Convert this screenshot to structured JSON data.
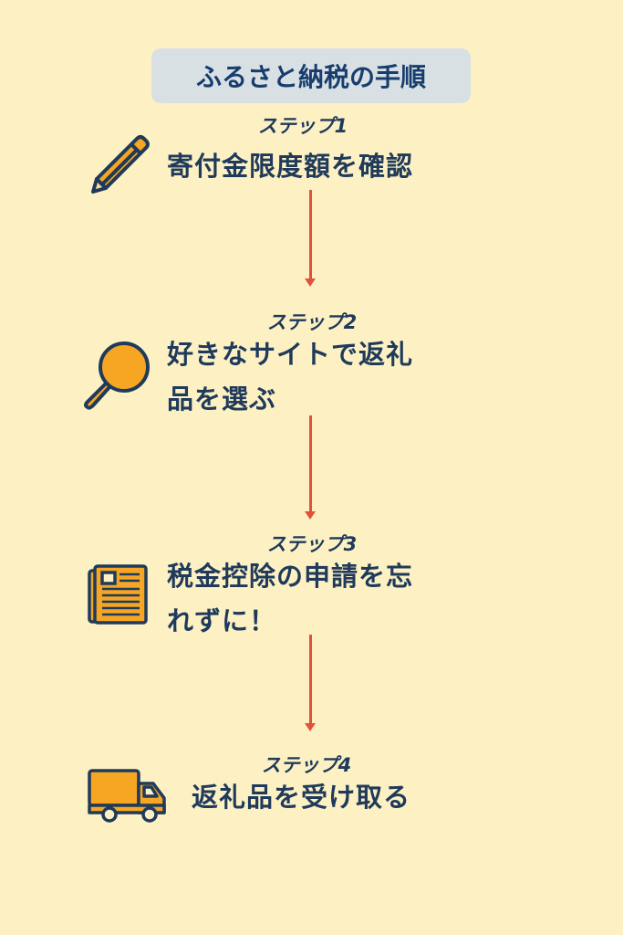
{
  "title": "ふるさと納税の手順",
  "steps": [
    {
      "label": "ステップ1",
      "lines": [
        "寄付金限度額を確認"
      ],
      "icon": "pencil-icon"
    },
    {
      "label": "ステップ2",
      "lines": [
        "好きなサイトで返礼",
        "品を選ぶ"
      ],
      "icon": "magnifier-icon"
    },
    {
      "label": "ステップ3",
      "lines": [
        "税金控除の申請を忘",
        "れずに！"
      ],
      "icon": "newspaper-icon"
    },
    {
      "label": "ステップ4",
      "lines": [
        "返礼品を受け取る"
      ],
      "icon": "truck-icon"
    }
  ],
  "colors": {
    "background": "#fdf1c4",
    "text": "#1f3a5a",
    "accent": "#f6a623",
    "arrow": "#e0533a"
  }
}
